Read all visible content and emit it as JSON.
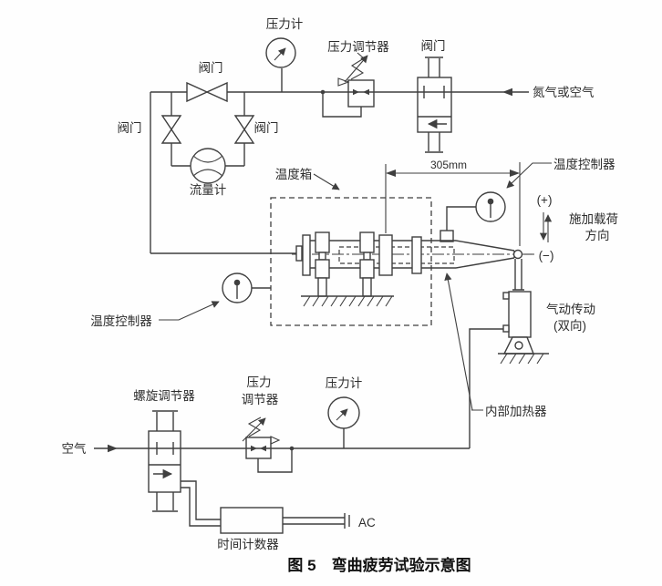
{
  "figure": {
    "caption": "图 5　弯曲疲劳试验示意图",
    "line_color": "#3f3f3f",
    "background": "#fefefe"
  },
  "top_circuit": {
    "pressure_gauge_label": "压力计",
    "bypass_valve_label": "阀门",
    "left_valve_label": "阀门",
    "mid_valve_label": "阀门",
    "flow_meter_label": "流量计",
    "pressure_regulator_label": "压力调节器",
    "shutoff_valve_label": "阀门",
    "gas_inlet_label": "氮气或空气"
  },
  "test_section": {
    "temp_box_label": "温度箱",
    "dimension_label": "305mm",
    "temp_controller_right_label": "温度控制器",
    "temp_controller_left_label": "温度控制器",
    "load_plus_label": "(+)",
    "load_minus_label": "(−)",
    "load_direction_line1": "施加载荷",
    "load_direction_line2": "方向",
    "pneumatic_line1": "气动传动",
    "pneumatic_line2": "(双向)",
    "internal_heater_label": "内部加热器"
  },
  "bottom_circuit": {
    "air_inlet_label": "空气",
    "spiral_regulator_label": "螺旋调节器",
    "pressure_regulator_line1": "压力",
    "pressure_regulator_line2": "调节器",
    "pressure_gauge_label": "压力计",
    "time_counter_label": "时间计数器",
    "ac_label": "AC"
  }
}
